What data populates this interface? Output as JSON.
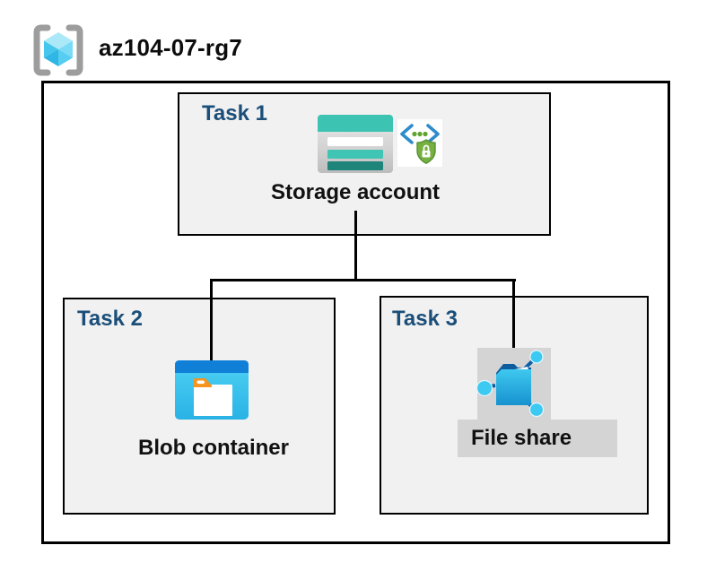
{
  "header": {
    "title": "az104-07-rg7",
    "icon": "resource-group-icon"
  },
  "tasks": [
    {
      "label": "Task 1",
      "resource": "Storage account",
      "icons": [
        "storage-account-icon",
        "shared-access-signature-icon"
      ]
    },
    {
      "label": "Task 2",
      "resource": "Blob container",
      "icons": [
        "blob-container-icon"
      ]
    },
    {
      "label": "Task 3",
      "resource": "File share",
      "icons": [
        "file-share-icon"
      ]
    }
  ],
  "connections": [
    {
      "from": "Storage account",
      "to": "Blob container"
    },
    {
      "from": "Storage account",
      "to": "File share"
    }
  ],
  "colors": {
    "task_label": "#1b4e79",
    "box_fill": "#f1f1f1",
    "border": "#000000",
    "storage_teal": "#3cc3b1",
    "storage_dark_teal": "#1f8479",
    "blob_bar_blue": "#0f7fd8",
    "blob_body_cyan": "#3fc8ef",
    "folder_tab_orange": "#f7941e",
    "sas_green": "#76b041",
    "sas_bracket_blue": "#2f8ccb",
    "fileshare_node_cyan": "#3cc9f2",
    "backdrop_gray": "#d4d4d4"
  }
}
